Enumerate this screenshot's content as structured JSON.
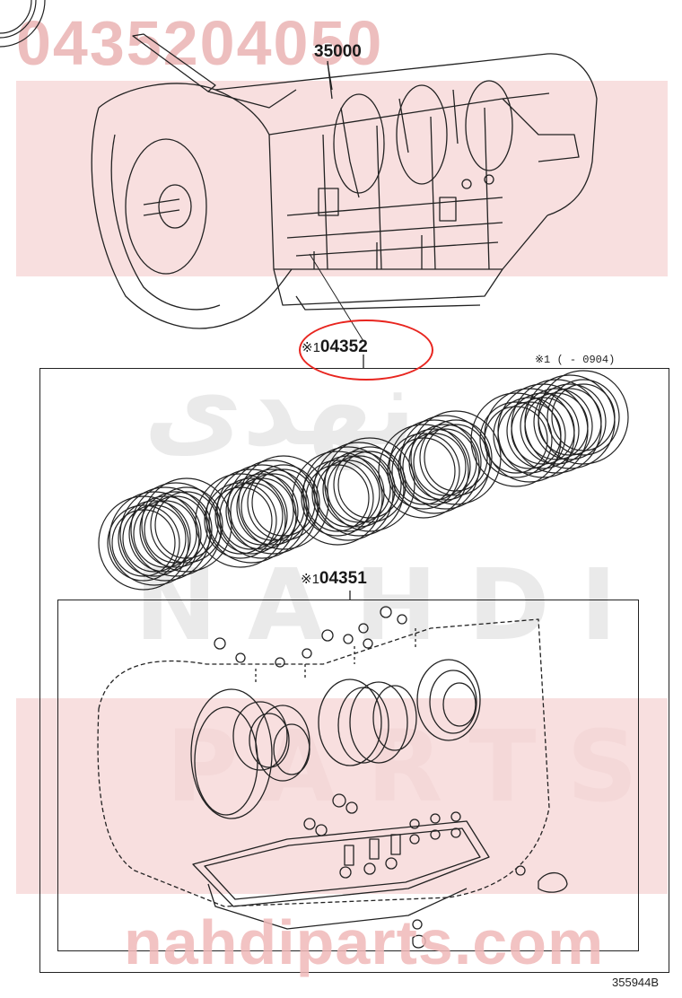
{
  "watermark": {
    "part_number": "0435204050",
    "letters_upper": "NAHDI",
    "letters_lower": "PARTS",
    "arabic": "نهدی",
    "website": "nahdiparts.com"
  },
  "callouts": {
    "transmission_assembly": "35000",
    "overhaul_kit": "04352",
    "overhaul_kit_mark": "※1",
    "gasket_kit": "04351",
    "gasket_kit_mark": "※1"
  },
  "note": {
    "text": "※1 (    - 0904)"
  },
  "figure_id": "355944B",
  "highlight_color": "#e8251f"
}
